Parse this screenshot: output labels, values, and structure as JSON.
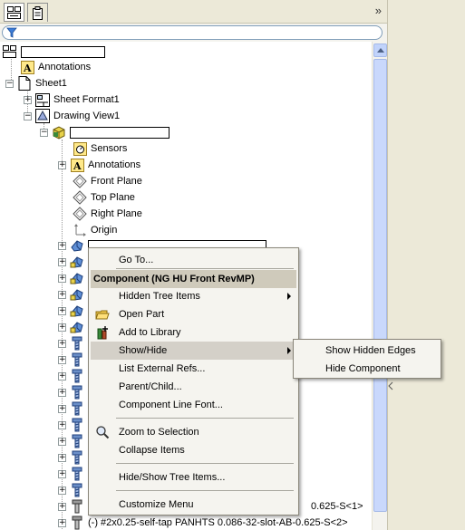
{
  "panel": {
    "expand_glyph": "»",
    "tab1_icon": "feature-tree-icon",
    "tab2_icon": "property-manager-icon",
    "filter_icon": "filter-icon"
  },
  "tree": {
    "root_name": "",
    "annotations_label": "Annotations",
    "sheet_label": "Sheet1",
    "sheet_format_label": "Sheet Format1",
    "drawing_view_label": "Drawing View1",
    "assembly_name": "",
    "sensors_label": "Sensors",
    "sub_annotations_label": "Annotations",
    "front_plane_label": "Front Plane",
    "top_plane_label": "Top Plane",
    "right_plane_label": "Right Plane",
    "origin_label": "Origin",
    "selected_component_name": "",
    "bottom_item_1_suffix": "0.625-S<1>",
    "bottom_item_2": "(-) #2x0.25-self-tap PANHTS 0.086-32-slot-AB-0.625-S<2>"
  },
  "context_menu": {
    "goto": "Go To...",
    "header": "Component (NG HU Front RevMP)",
    "hidden_tree_items": "Hidden Tree Items",
    "open_part": "Open Part",
    "add_to_library": "Add to Library",
    "show_hide": "Show/Hide",
    "list_external_refs": "List External Refs...",
    "parent_child": "Parent/Child...",
    "component_line_font": "Component Line Font...",
    "zoom_to_selection": "Zoom to Selection",
    "collapse_items": "Collapse Items",
    "hide_show_tree_items": "Hide/Show Tree Items...",
    "customize_menu": "Customize Menu"
  },
  "submenu": {
    "show_hidden_edges": "Show Hidden Edges",
    "hide_component": "Hide Component"
  },
  "colors": {
    "highlight": "#d4d0c8",
    "header": "#cfcabb",
    "panel_bg": "#ece9d8",
    "scrollbar": "#c9d8fc"
  }
}
